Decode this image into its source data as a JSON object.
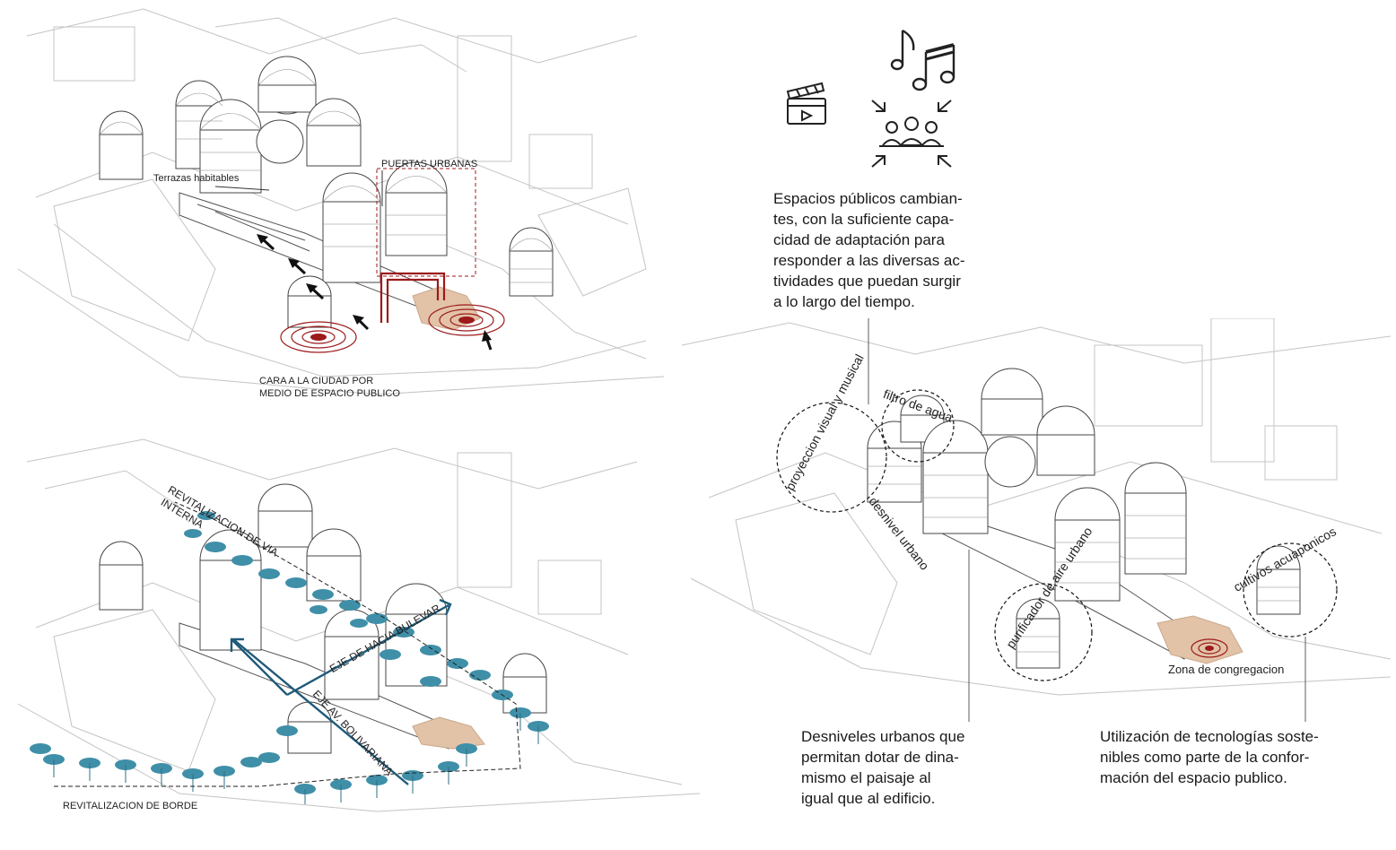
{
  "panel_top_left": {
    "label_terraces": "Terrazas habitables",
    "label_gates": "PUERTAS URBANAS",
    "label_face_1": "CARA A LA CIUDAD POR",
    "label_face_2": "MEDIO DE ESPACIO PUBLICO"
  },
  "panel_bottom_left": {
    "label_internal_1": "REVITALIZACION DE VIA",
    "label_internal_2": "INTERNA",
    "label_axis_boulevard": "EJE DE HACIA BULEVAR",
    "label_axis_bolivariana": "EJE AV. BOLIVARIANA",
    "label_edge": "REVITALIZACION DE BORDE"
  },
  "panel_right": {
    "label_water_filter": "filtro de agua",
    "label_projection": "proyeccion visual y musical",
    "label_level_change": "desnivel urbano",
    "label_air_purifier": "purificador de aire urbano",
    "label_aquaponic": "cultivos acuaponicos",
    "label_gathering": "Zona de congregacion"
  },
  "captions": {
    "public_spaces": [
      "Espacios públicos cambian-",
      "tes, con la suficiente capa-",
      "cidad de adaptación para",
      "responder a las diversas ac-",
      "tividades que puedan surgir",
      "a lo largo del tiempo."
    ],
    "level_changes": [
      "Desniveles urbanos que",
      "permitan dotar de dina-",
      "mismo el paisaje al",
      "igual que al edificio."
    ],
    "technologies": [
      "Utilización de tecnologías soste-",
      "nibles como parte de la confor-",
      "mación del espacio publico."
    ]
  },
  "icons": [
    "clapperboard-icon",
    "music-notes-icon",
    "people-gathering-icon"
  ],
  "colors": {
    "line_gray": "#b9b9b9",
    "dark_line": "#333333",
    "accent_red": "#9c1a1a",
    "accent_blue": "#1f5a7a",
    "tree_teal": "#3f8fa8",
    "plaza_sand": "#e2c3a8"
  }
}
